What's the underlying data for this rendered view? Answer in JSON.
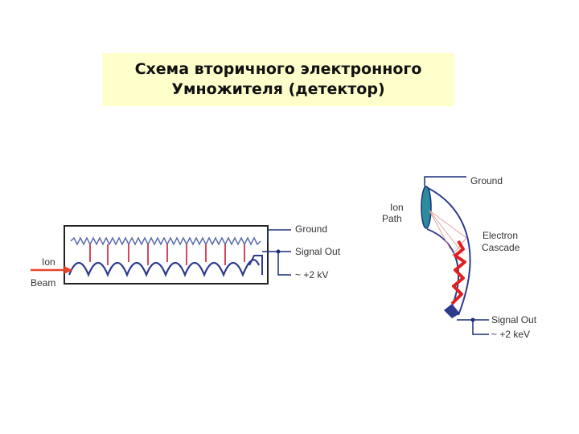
{
  "title": {
    "line1": "Схема вторичного электронного",
    "line2": "Умножителя (детектор)"
  },
  "left_diagram": {
    "ion_label": "Ion",
    "beam_label": "Beam",
    "ground_label": "Ground",
    "signal_label": "Signal Out",
    "voltage_label": "~ +2 kV"
  },
  "right_diagram": {
    "ground_label": "Ground",
    "ion_label": "Ion",
    "path_label": "Path",
    "electron_label": "Electron",
    "cascade_label": "Cascade",
    "signal_label": "Signal Out",
    "voltage_label": "~ +2 keV"
  },
  "colors": {
    "title_background": "#ffffcc",
    "ion_beam": "#e8452c",
    "cascade": "#e02020",
    "wire": "#1c2f7a",
    "dynode": "#2e3a8c",
    "ion_lens": "#2a8c9c"
  }
}
